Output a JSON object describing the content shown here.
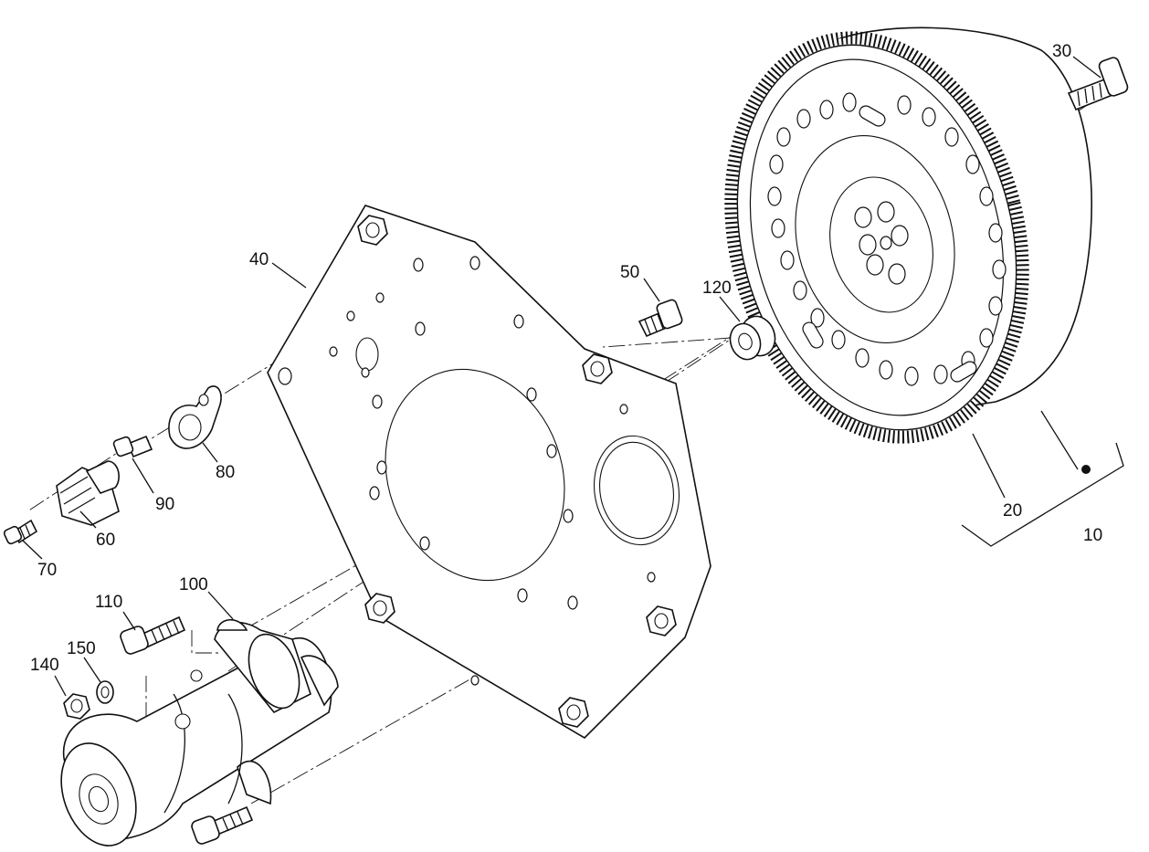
{
  "callouts": {
    "c10": "10",
    "c20": "20",
    "c30": "30",
    "c40": "40",
    "c50": "50",
    "c60": "60",
    "c70": "70",
    "c80": "80",
    "c90": "90",
    "c100": "100",
    "c110": "110",
    "c120": "120",
    "c140": "140",
    "c150": "150"
  }
}
